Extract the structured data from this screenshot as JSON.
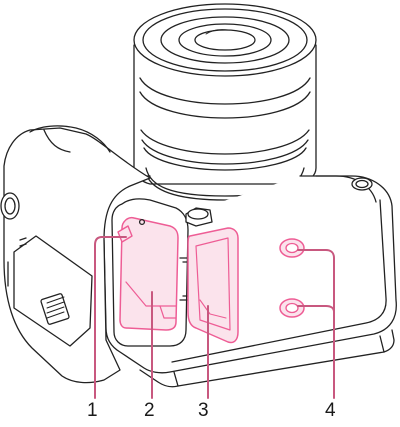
{
  "callouts": [
    {
      "number": "1",
      "part": "battery-door-lock"
    },
    {
      "number": "2",
      "part": "battery-compartment"
    },
    {
      "number": "3",
      "part": "battery-compartment-cover"
    },
    {
      "number": "4",
      "part": "tripod-sockets"
    }
  ],
  "colors": {
    "outline": "#222222",
    "highlight": "#ee5d95",
    "callout_line": "#c8587f",
    "highlight_fill": "#fbe3ec",
    "body_fill": "#ffffff"
  }
}
